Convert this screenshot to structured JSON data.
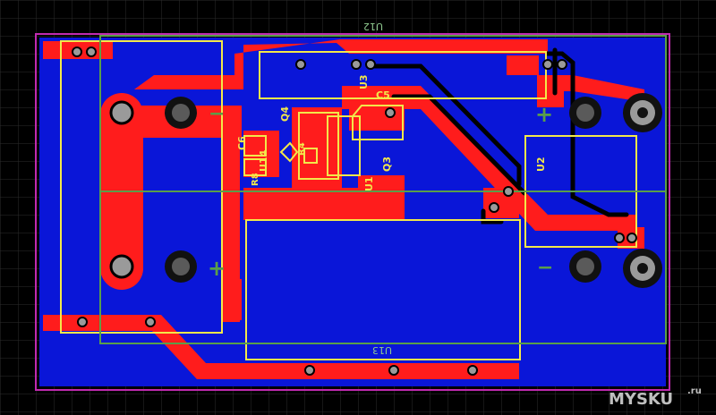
{
  "colors": {
    "background": "#000000",
    "grid": "#2c2c2c",
    "board": "#0a16d8",
    "copper": "#ff1c1c",
    "silkscreen": "#f3e84a",
    "courtyard": "#5a9e4a",
    "outline": "#c02ab0",
    "pad": "#9a9a9a"
  },
  "labels": {
    "u12": "U12",
    "u13": "U13",
    "u3": "U3",
    "u2": "U2",
    "u1": "U1",
    "u14": "U14",
    "c5": "C5",
    "c6": "C6",
    "q3": "Q3",
    "q4": "Q4",
    "r4": "R4",
    "r8": "R8",
    "plus_left": "+",
    "minus_left": "−",
    "plus_right": "+",
    "minus_right": "−"
  },
  "watermark": {
    "brand": "MYSKU",
    "suffix": ".ru"
  }
}
